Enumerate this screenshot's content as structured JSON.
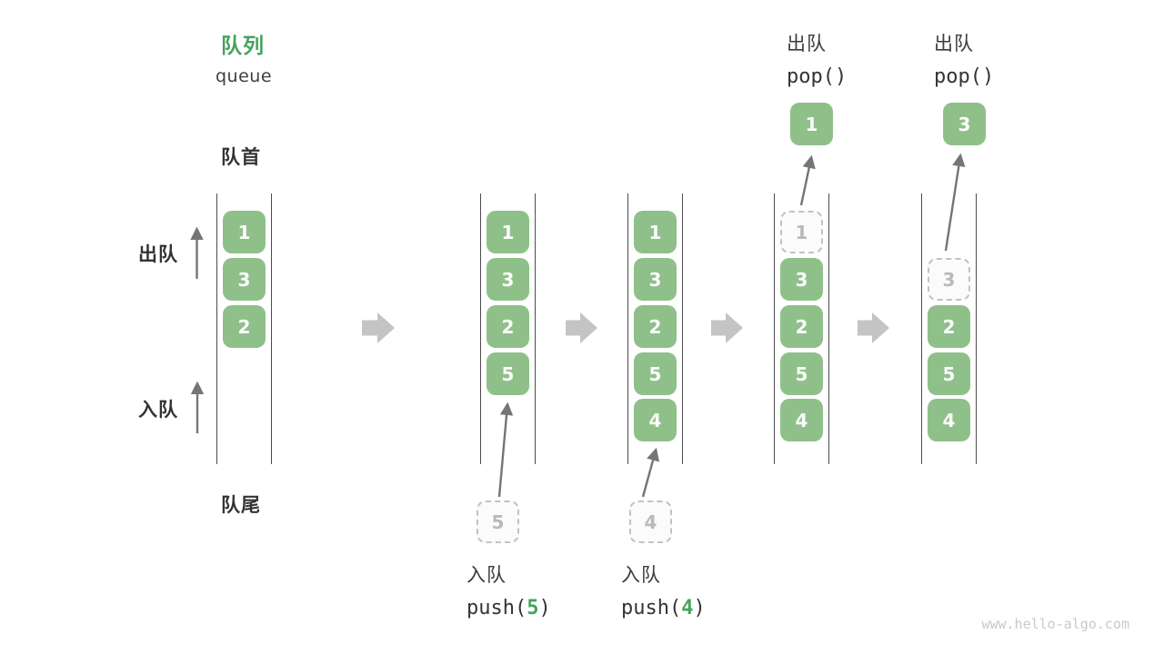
{
  "title": {
    "zh": "队列",
    "en": "queue"
  },
  "labels": {
    "front": "队首",
    "rear": "队尾",
    "dequeue_side": "出队",
    "enqueue_side": "入队"
  },
  "queues": [
    {
      "cells": [
        {
          "slot": 0,
          "value": "1",
          "state": "filled"
        },
        {
          "slot": 1,
          "value": "3",
          "state": "filled"
        },
        {
          "slot": 2,
          "value": "2",
          "state": "filled"
        }
      ]
    },
    {
      "cells": [
        {
          "slot": 0,
          "value": "1",
          "state": "filled"
        },
        {
          "slot": 1,
          "value": "3",
          "state": "filled"
        },
        {
          "slot": 2,
          "value": "2",
          "state": "filled"
        },
        {
          "slot": 3,
          "value": "5",
          "state": "filled"
        }
      ]
    },
    {
      "cells": [
        {
          "slot": 0,
          "value": "1",
          "state": "filled"
        },
        {
          "slot": 1,
          "value": "3",
          "state": "filled"
        },
        {
          "slot": 2,
          "value": "2",
          "state": "filled"
        },
        {
          "slot": 3,
          "value": "5",
          "state": "filled"
        },
        {
          "slot": 4,
          "value": "4",
          "state": "filled"
        }
      ]
    },
    {
      "cells": [
        {
          "slot": 0,
          "value": "1",
          "state": "ghost"
        },
        {
          "slot": 1,
          "value": "3",
          "state": "filled"
        },
        {
          "slot": 2,
          "value": "2",
          "state": "filled"
        },
        {
          "slot": 3,
          "value": "5",
          "state": "filled"
        },
        {
          "slot": 4,
          "value": "4",
          "state": "filled"
        }
      ]
    },
    {
      "cells": [
        {
          "slot": 1,
          "value": "3",
          "state": "ghost"
        },
        {
          "slot": 2,
          "value": "2",
          "state": "filled"
        },
        {
          "slot": 3,
          "value": "5",
          "state": "filled"
        },
        {
          "slot": 4,
          "value": "4",
          "state": "filled"
        }
      ]
    }
  ],
  "operations": {
    "push5": {
      "label": "入队",
      "code_before": "push(",
      "arg": "5",
      "code_after": ")",
      "staged_value": "5"
    },
    "push4": {
      "label": "入队",
      "code_before": "push(",
      "arg": "4",
      "code_after": ")",
      "staged_value": "4"
    },
    "pop1": {
      "label": "出队",
      "code": "pop()",
      "popped_value": "1"
    },
    "pop3": {
      "label": "出队",
      "code": "pop()",
      "popped_value": "3"
    }
  },
  "watermark": "www.hello-algo.com",
  "colors": {
    "box_green": "#8fc08a",
    "title_green": "#46a35c",
    "block_arrow_gray": "#c4c4c4",
    "thin_arrow_gray": "#757575",
    "line_dark": "#4c4c4c",
    "ghost_gray": "#c2c2c2"
  }
}
